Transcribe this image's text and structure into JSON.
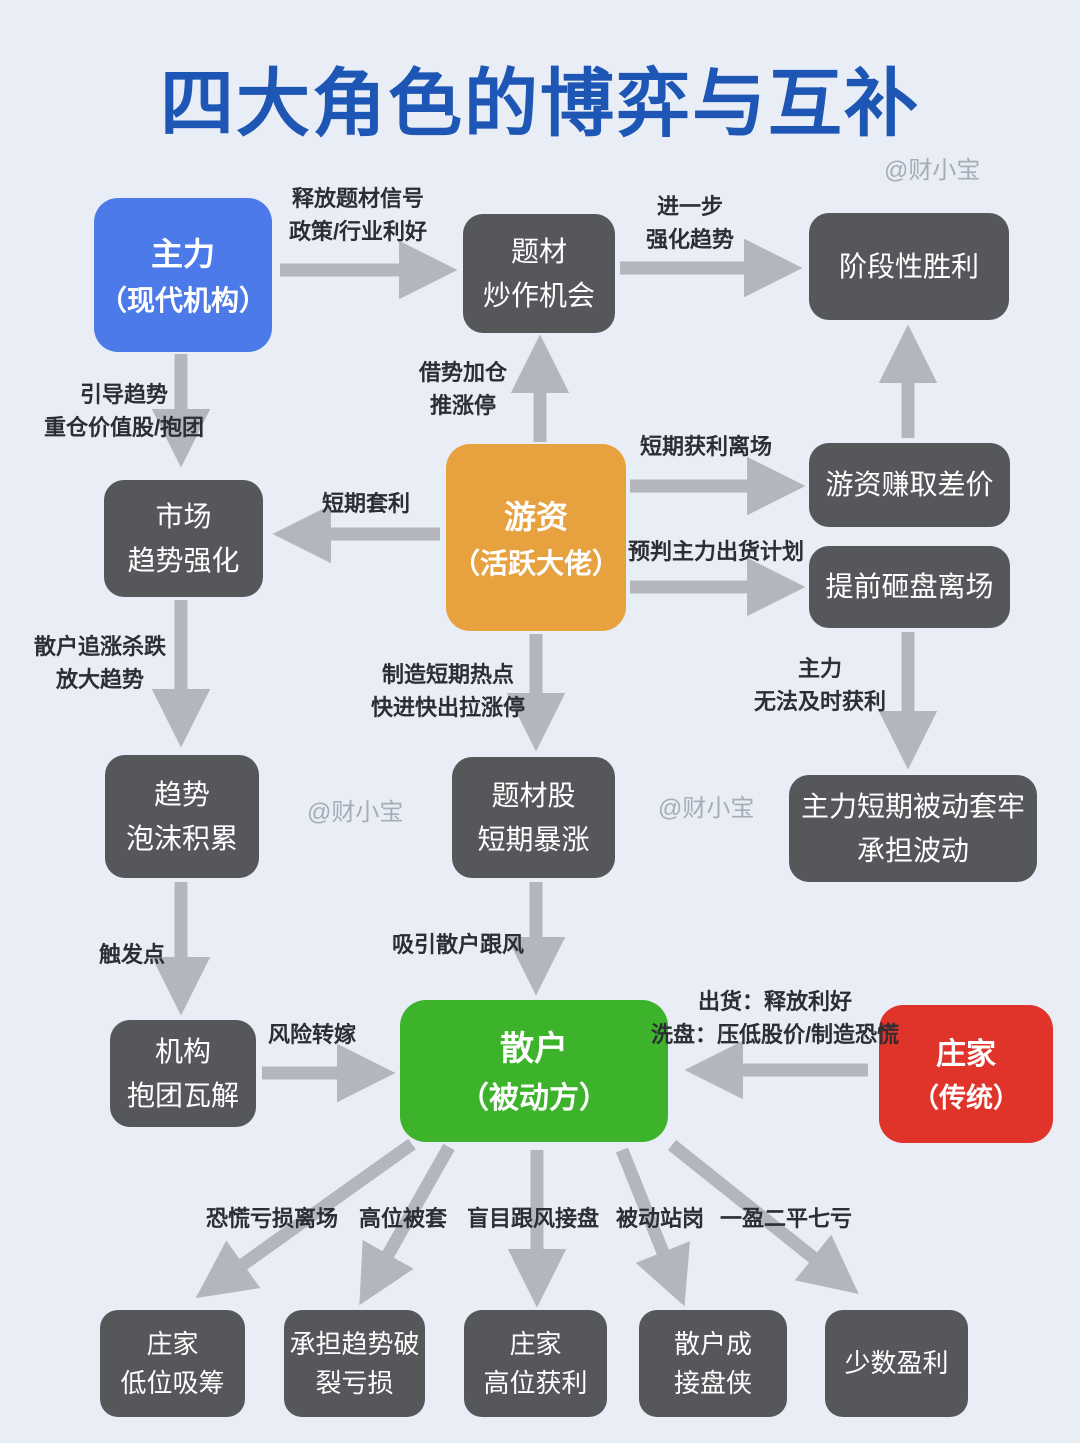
{
  "title": "四大角色的博弈与互补",
  "watermark": "@财小宝",
  "colors": {
    "background": "#e9edf5",
    "title": "#1d56b4",
    "main_force_blue": "#4d7ae9",
    "hot_money_orange": "#e7a23f",
    "retail_green": "#3cb32a",
    "banker_red": "#e03329",
    "node_dark": "#55575a",
    "arrow_gray": "#b3b7bd"
  },
  "nodes": {
    "main_force": {
      "line1": "主力",
      "line2": "（现代机构）"
    },
    "theme_opportunity": {
      "line1": "题材",
      "line2": "炒作机会"
    },
    "stage_victory": {
      "line1": "阶段性胜利"
    },
    "market_trend": {
      "line1": "市场",
      "line2": "趋势强化"
    },
    "hot_money": {
      "line1": "游资",
      "line2": "（活跃大佬）"
    },
    "hot_money_profit": {
      "line1": "游资赚取差价"
    },
    "smash_exit": {
      "line1": "提前砸盘离场"
    },
    "trend_bubble": {
      "line1": "趋势",
      "line2": "泡沫积累"
    },
    "theme_stock_surge": {
      "line1": "题材股",
      "line2": "短期暴涨"
    },
    "main_force_trapped": {
      "line1": "主力短期被动套牢",
      "line2": "承担波动"
    },
    "institution_collapse": {
      "line1": "机构",
      "line2": "抱团瓦解"
    },
    "retail": {
      "line1": "散户",
      "line2": "（被动方）"
    },
    "banker": {
      "line1": "庄家",
      "line2": "（传统）"
    },
    "banker_low_absorb": {
      "line1": "庄家",
      "line2": "低位吸筹"
    },
    "bear_trend_loss": {
      "line1": "承担趋势破",
      "line2": "裂亏损"
    },
    "banker_high_profit": {
      "line1": "庄家",
      "line2": "高位获利"
    },
    "retail_bagholder": {
      "line1": "散户成",
      "line2": "接盘侠"
    },
    "few_profit": {
      "line1": "少数盈利"
    }
  },
  "edge_labels": {
    "release_signal": {
      "line1": "释放题材信号",
      "line2": "政策/行业利好"
    },
    "further_strengthen": {
      "line1": "进一步",
      "line2": "强化趋势"
    },
    "guide_trend": {
      "line1": "引导趋势",
      "line2": "重仓价值股/抱团"
    },
    "leverage_add": {
      "line1": "借势加仓",
      "line2": "推涨停"
    },
    "short_arbitrage": {
      "line1": "短期套利"
    },
    "short_profit_exit": {
      "line1": "短期获利离场"
    },
    "predict_main_exit": {
      "line1": "预判主力出货计划"
    },
    "main_cannot_profit": {
      "line1": "主力",
      "line2": "无法及时获利"
    },
    "retail_chase": {
      "line1": "散户追涨杀跌",
      "line2": "放大趋势"
    },
    "create_hotspot": {
      "line1": "制造短期热点",
      "line2": "快进快出拉涨停"
    },
    "trigger_point": {
      "line1": "触发点"
    },
    "attract_retail": {
      "line1": "吸引散户跟风"
    },
    "risk_transfer": {
      "line1": "风险转嫁"
    },
    "banker_tactics": {
      "line1": "出货：释放利好",
      "line2": "洗盘：压低股价/制造恐慌"
    },
    "panic_exit": {
      "line1": "恐慌亏损离场"
    },
    "trapped_high": {
      "line1": "高位被套"
    },
    "blind_follow": {
      "line1": "盲目跟风接盘"
    },
    "passive_guard": {
      "line1": "被动站岗"
    },
    "one_win": {
      "line1": "一盈二平七亏"
    }
  }
}
